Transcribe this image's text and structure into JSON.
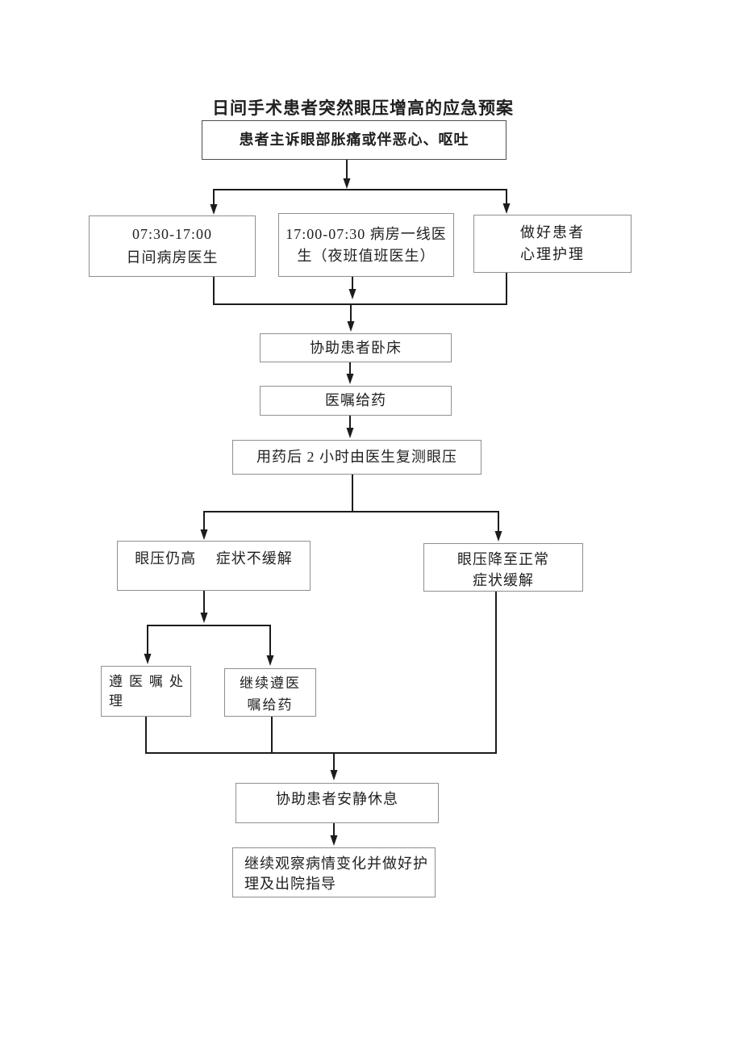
{
  "title": "日间手术患者突然眼压增高的应急预案",
  "colors": {
    "background": "#ffffff",
    "connector_line": "#1c1c1c",
    "box_border": "#8f8f8f",
    "start_box_border": "#4d4d4d",
    "text": "#1f1f1f"
  },
  "nodes": {
    "complaint": {
      "line1": "患者主诉眼部胀痛或伴恶心、呕吐"
    },
    "day_doctor": {
      "line1": "07:30-17:00",
      "line2": "日间病房医生"
    },
    "night_doctor": {
      "line1": "17:00-07:30 病房一线医",
      "line2": "生（夜班值班医生）"
    },
    "psych_care": {
      "line1": "做好患者",
      "line2": "心理护理"
    },
    "bed_rest": {
      "line1": "协助患者卧床"
    },
    "give_medication": {
      "line1": "医嘱给药"
    },
    "recheck_iop": {
      "line1": "用药后 2 小时由医生复测眼压"
    },
    "iop_still_high": {
      "line1": "眼压仍高　 症状不缓解"
    },
    "iop_normal": {
      "line1": "眼压降至正常",
      "line2": "症状缓解"
    },
    "follow_orders": {
      "line1": "遵医嘱处",
      "line2": "理"
    },
    "continue_medication": {
      "line1": "继续遵医",
      "line2": "嘱给药"
    },
    "quiet_rest": {
      "line1": "协助患者安静休息"
    },
    "observe_discharge": {
      "line1": "继续观察病情变化并做好护",
      "line2": "理及出院指导"
    }
  }
}
